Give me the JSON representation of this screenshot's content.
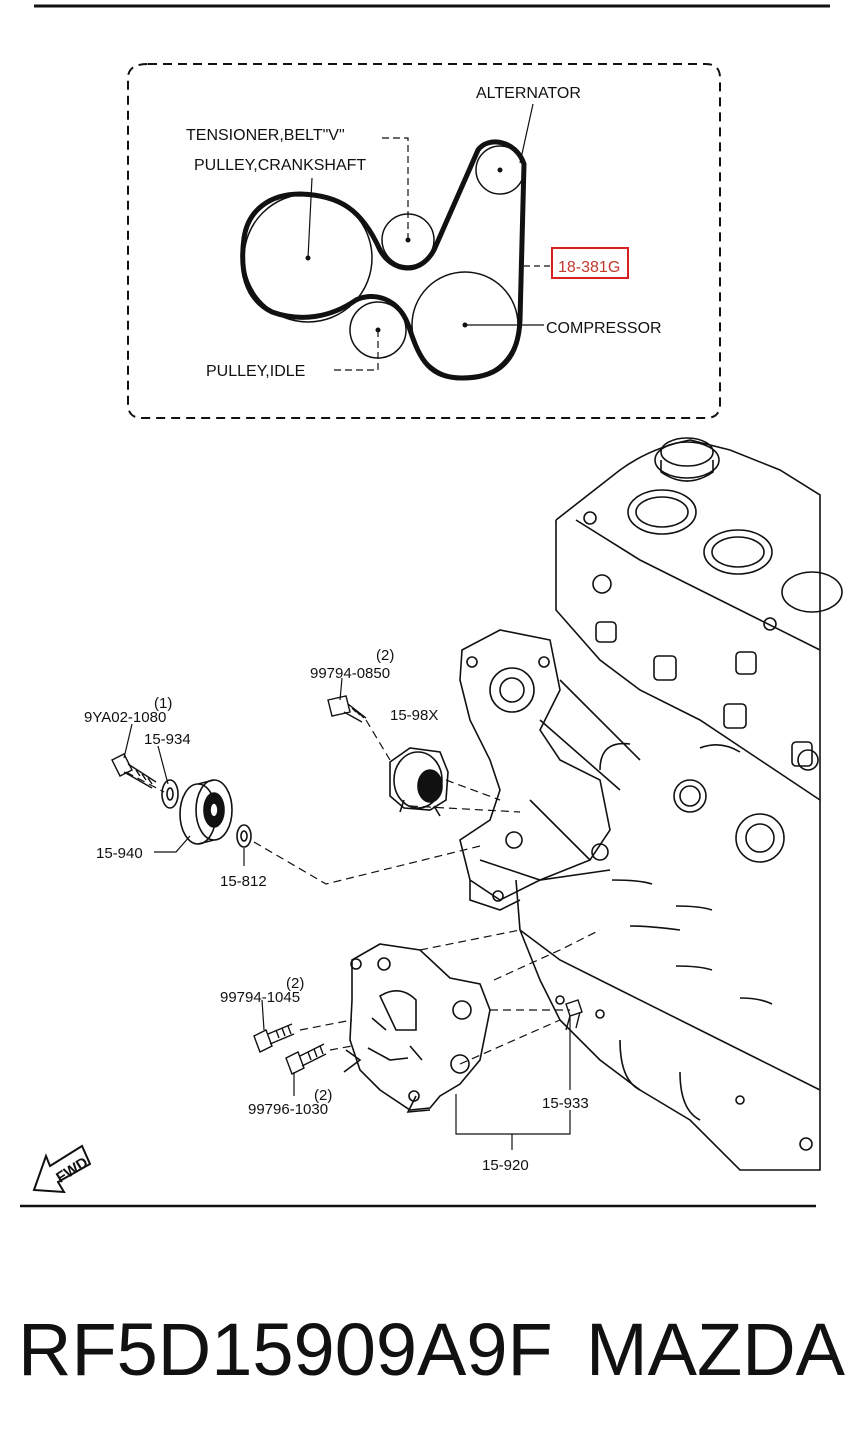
{
  "belt_diagram": {
    "labels": {
      "alternator": "ALTERNATOR",
      "tensioner": "TENSIONER,BELT\"V\"",
      "crankshaft": "PULLEY,CRANKSHAFT",
      "highlight_ref": "18-381G",
      "compressor": "COMPRESSOR",
      "idle": "PULLEY,IDLE"
    },
    "highlight_color": "#d62020"
  },
  "parts": {
    "p1_qty": "(2)",
    "p1": "99794-0850",
    "p2": "15-98X",
    "p3_qty": "(1)",
    "p3": "9YA02-1080",
    "p4": "15-934",
    "p5": "15-940",
    "p6": "15-812",
    "p7_qty": "(2)",
    "p7": "99794-1045",
    "p8_qty": "(2)",
    "p8": "99796-1030",
    "p9": "15-933",
    "p10": "15-920"
  },
  "fwd_label": "FWD",
  "footer": {
    "part_number": "RF5D15909A9F",
    "brand": "MAZDA"
  }
}
